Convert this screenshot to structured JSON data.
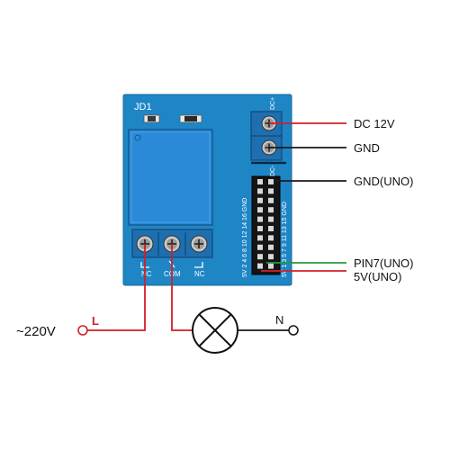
{
  "board": {
    "label": "JD1",
    "pcb_color": "#1f86c6",
    "relay_color": "#2a8ad8",
    "terminal_left_labels": [
      "NC",
      "COM",
      "NC"
    ],
    "dc_plus": "DC+",
    "dc_minus": "DC-",
    "header_top_row": "5V 2 4 6 8 10 12 14 16 GND",
    "header_bottom_row": "5V 1 3 5 7 9 11 13 15 GND"
  },
  "connections": [
    {
      "label": "DC 12V",
      "wire_color": "#d11f2a"
    },
    {
      "label": "GND",
      "wire_color": "#1a1a1a"
    },
    {
      "label": "GND(UNO)",
      "wire_color": "#1a1a1a"
    },
    {
      "label": "PIN7(UNO)",
      "wire_color": "#2a9a3a"
    },
    {
      "label": "5V(UNO)",
      "wire_color": "#d11f2a"
    }
  ],
  "mains": {
    "voltage_label": "~220V",
    "live_label": "L",
    "neutral_label": "N"
  },
  "icons": {
    "lamp": "lamp-icon",
    "screw": "screw-terminal-icon"
  }
}
